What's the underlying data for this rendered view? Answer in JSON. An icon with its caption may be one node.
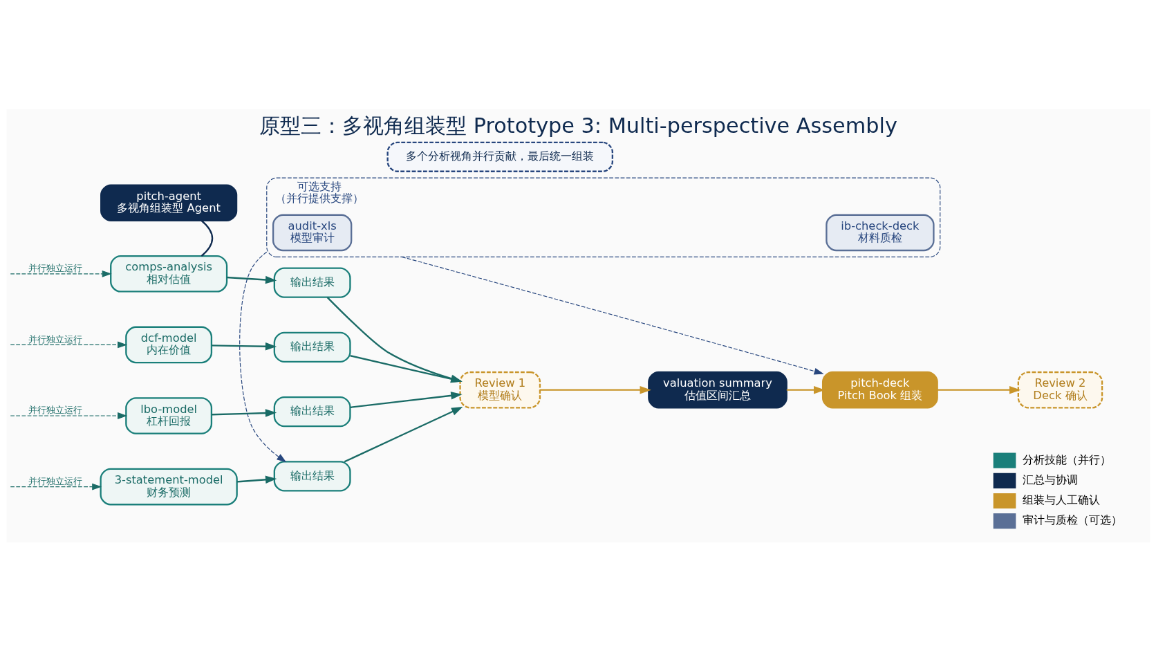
{
  "diagram": {
    "title": "原型三：多视角组装型 Prototype 3: Multi-perspective Assembly",
    "nodes": [
      {
        "text": [
          "pitch-agent",
          "多视角组装型 Agent"
        ]
      },
      {
        "text": [
          "comps-analysis",
          "相对估值"
        ]
      },
      {
        "text": [
          "dcf-model",
          "内在价值"
        ]
      },
      {
        "text": [
          "lbo-model",
          "杠杆回报"
        ]
      },
      {
        "text": [
          "3-statement-model",
          "财务预测"
        ]
      },
      {
        "text": [
          "输出结果"
        ]
      },
      {
        "text": [
          "输出结果"
        ]
      },
      {
        "text": [
          "输出结果"
        ]
      },
      {
        "text": [
          "输出结果"
        ]
      },
      {
        "text": [
          "Review 1",
          "模型确认"
        ]
      },
      {
        "text": [
          "valuation summary",
          "估值区间汇总"
        ]
      },
      {
        "text": [
          "pitch-deck",
          "Pitch Book 组装"
        ]
      },
      {
        "text": [
          "Review 2",
          "Deck 确认"
        ]
      },
      {
        "text": [
          "可选支持",
          "（并行提供支撑）"
        ]
      },
      {
        "text": [
          "audit-xls",
          "模型审计"
        ],
        "in": 13
      },
      {
        "text": [
          "ib-check-deck",
          "材料质检"
        ],
        "in": 13
      },
      {
        "text": [
          "多个分析视角并行贡献，最后统一组装"
        ]
      }
    ],
    "edges": [
      {
        "from": 0,
        "to": 1,
        "arrow": "none",
        "color": "#0f2a4f"
      },
      {
        "from": null,
        "to": 1,
        "arrow": "to",
        "label": "并行独立运行",
        "style": "dashed"
      },
      {
        "from": null,
        "to": 2,
        "arrow": "to",
        "label": "并行独立运行",
        "style": "dashed"
      },
      {
        "from": null,
        "to": 3,
        "arrow": "to",
        "label": "并行独立运行",
        "style": "dashed"
      },
      {
        "from": null,
        "to": 4,
        "arrow": "to",
        "label": "并行独立运行",
        "style": "dashed"
      },
      {
        "from": 1,
        "to": 5,
        "arrow": "to"
      },
      {
        "from": 2,
        "to": 6,
        "arrow": "to"
      },
      {
        "from": 3,
        "to": 7,
        "arrow": "to"
      },
      {
        "from": 4,
        "to": 8,
        "arrow": "to"
      },
      {
        "from": 5,
        "to": 9,
        "arrow": "to"
      },
      {
        "from": 6,
        "to": 9,
        "arrow": "to"
      },
      {
        "from": 7,
        "to": 9,
        "arrow": "to"
      },
      {
        "from": 8,
        "to": 9,
        "arrow": "to"
      },
      {
        "from": 9,
        "to": 10,
        "arrow": "to",
        "color": "#c9952a"
      },
      {
        "from": 10,
        "to": 11,
        "arrow": "to",
        "color": "#c9952a"
      },
      {
        "from": 11,
        "to": 12,
        "arrow": "to",
        "color": "#c9952a"
      },
      {
        "from": 13,
        "to": 8,
        "arrow": "to",
        "style": "dashed",
        "color": "#27467e"
      },
      {
        "from": 13,
        "to": 11,
        "arrow": "to",
        "style": "dashed",
        "color": "#27467e"
      }
    ],
    "legend": [
      {
        "text": "分析技能（并行）",
        "color": "#1a7f7a"
      },
      {
        "text": "汇总与协调",
        "color": "#0f2a4f"
      },
      {
        "text": "组装与人工确认",
        "color": "#c9952a"
      },
      {
        "text": "审计与质检（可选）",
        "color": "#5a6f96"
      }
    ]
  }
}
